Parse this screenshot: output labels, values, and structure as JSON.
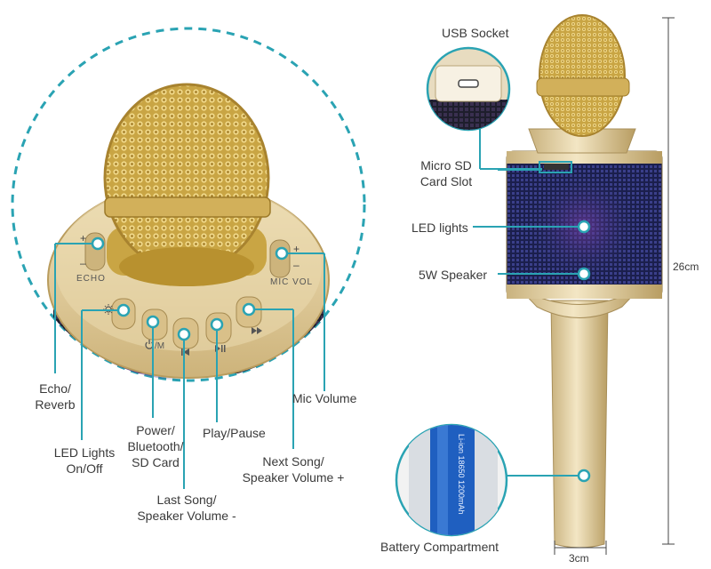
{
  "colors": {
    "accent": "#2aa3b3",
    "gold": "#d6b35a",
    "speaker": "#2a2f66",
    "body": "#e2cfa2"
  },
  "labels": {
    "echo_reverb": [
      "Echo/",
      "Reverb"
    ],
    "led_onoff": [
      "LED Lights",
      "On/Off"
    ],
    "power": [
      "Power/",
      "Bluetooth/",
      "SD Card"
    ],
    "last_song": [
      "Last Song/",
      "Speaker Volume -"
    ],
    "play_pause": "Play/Pause",
    "next_song": [
      "Next Song/",
      "Speaker Volume +"
    ],
    "mic_volume": "Mic Volume",
    "usb_socket": "USB Socket",
    "micro_sd": [
      "Micro SD",
      "Card Slot"
    ],
    "led_lights": "LED lights",
    "speaker": "5W Speaker",
    "battery": "Battery Compartment",
    "height": "26cm",
    "width": "3cm"
  },
  "device_text": {
    "echo": "ECHO",
    "mic_vol": "MIC VOL",
    "plus": "+",
    "minus": "–",
    "battery_print": "Li-ion 18650 1200mAh"
  },
  "icons": [
    "sun-icon",
    "power-icon",
    "previous-track-icon",
    "play-pause-icon",
    "next-track-icon",
    "usb-port-icon",
    "battery-icon"
  ]
}
